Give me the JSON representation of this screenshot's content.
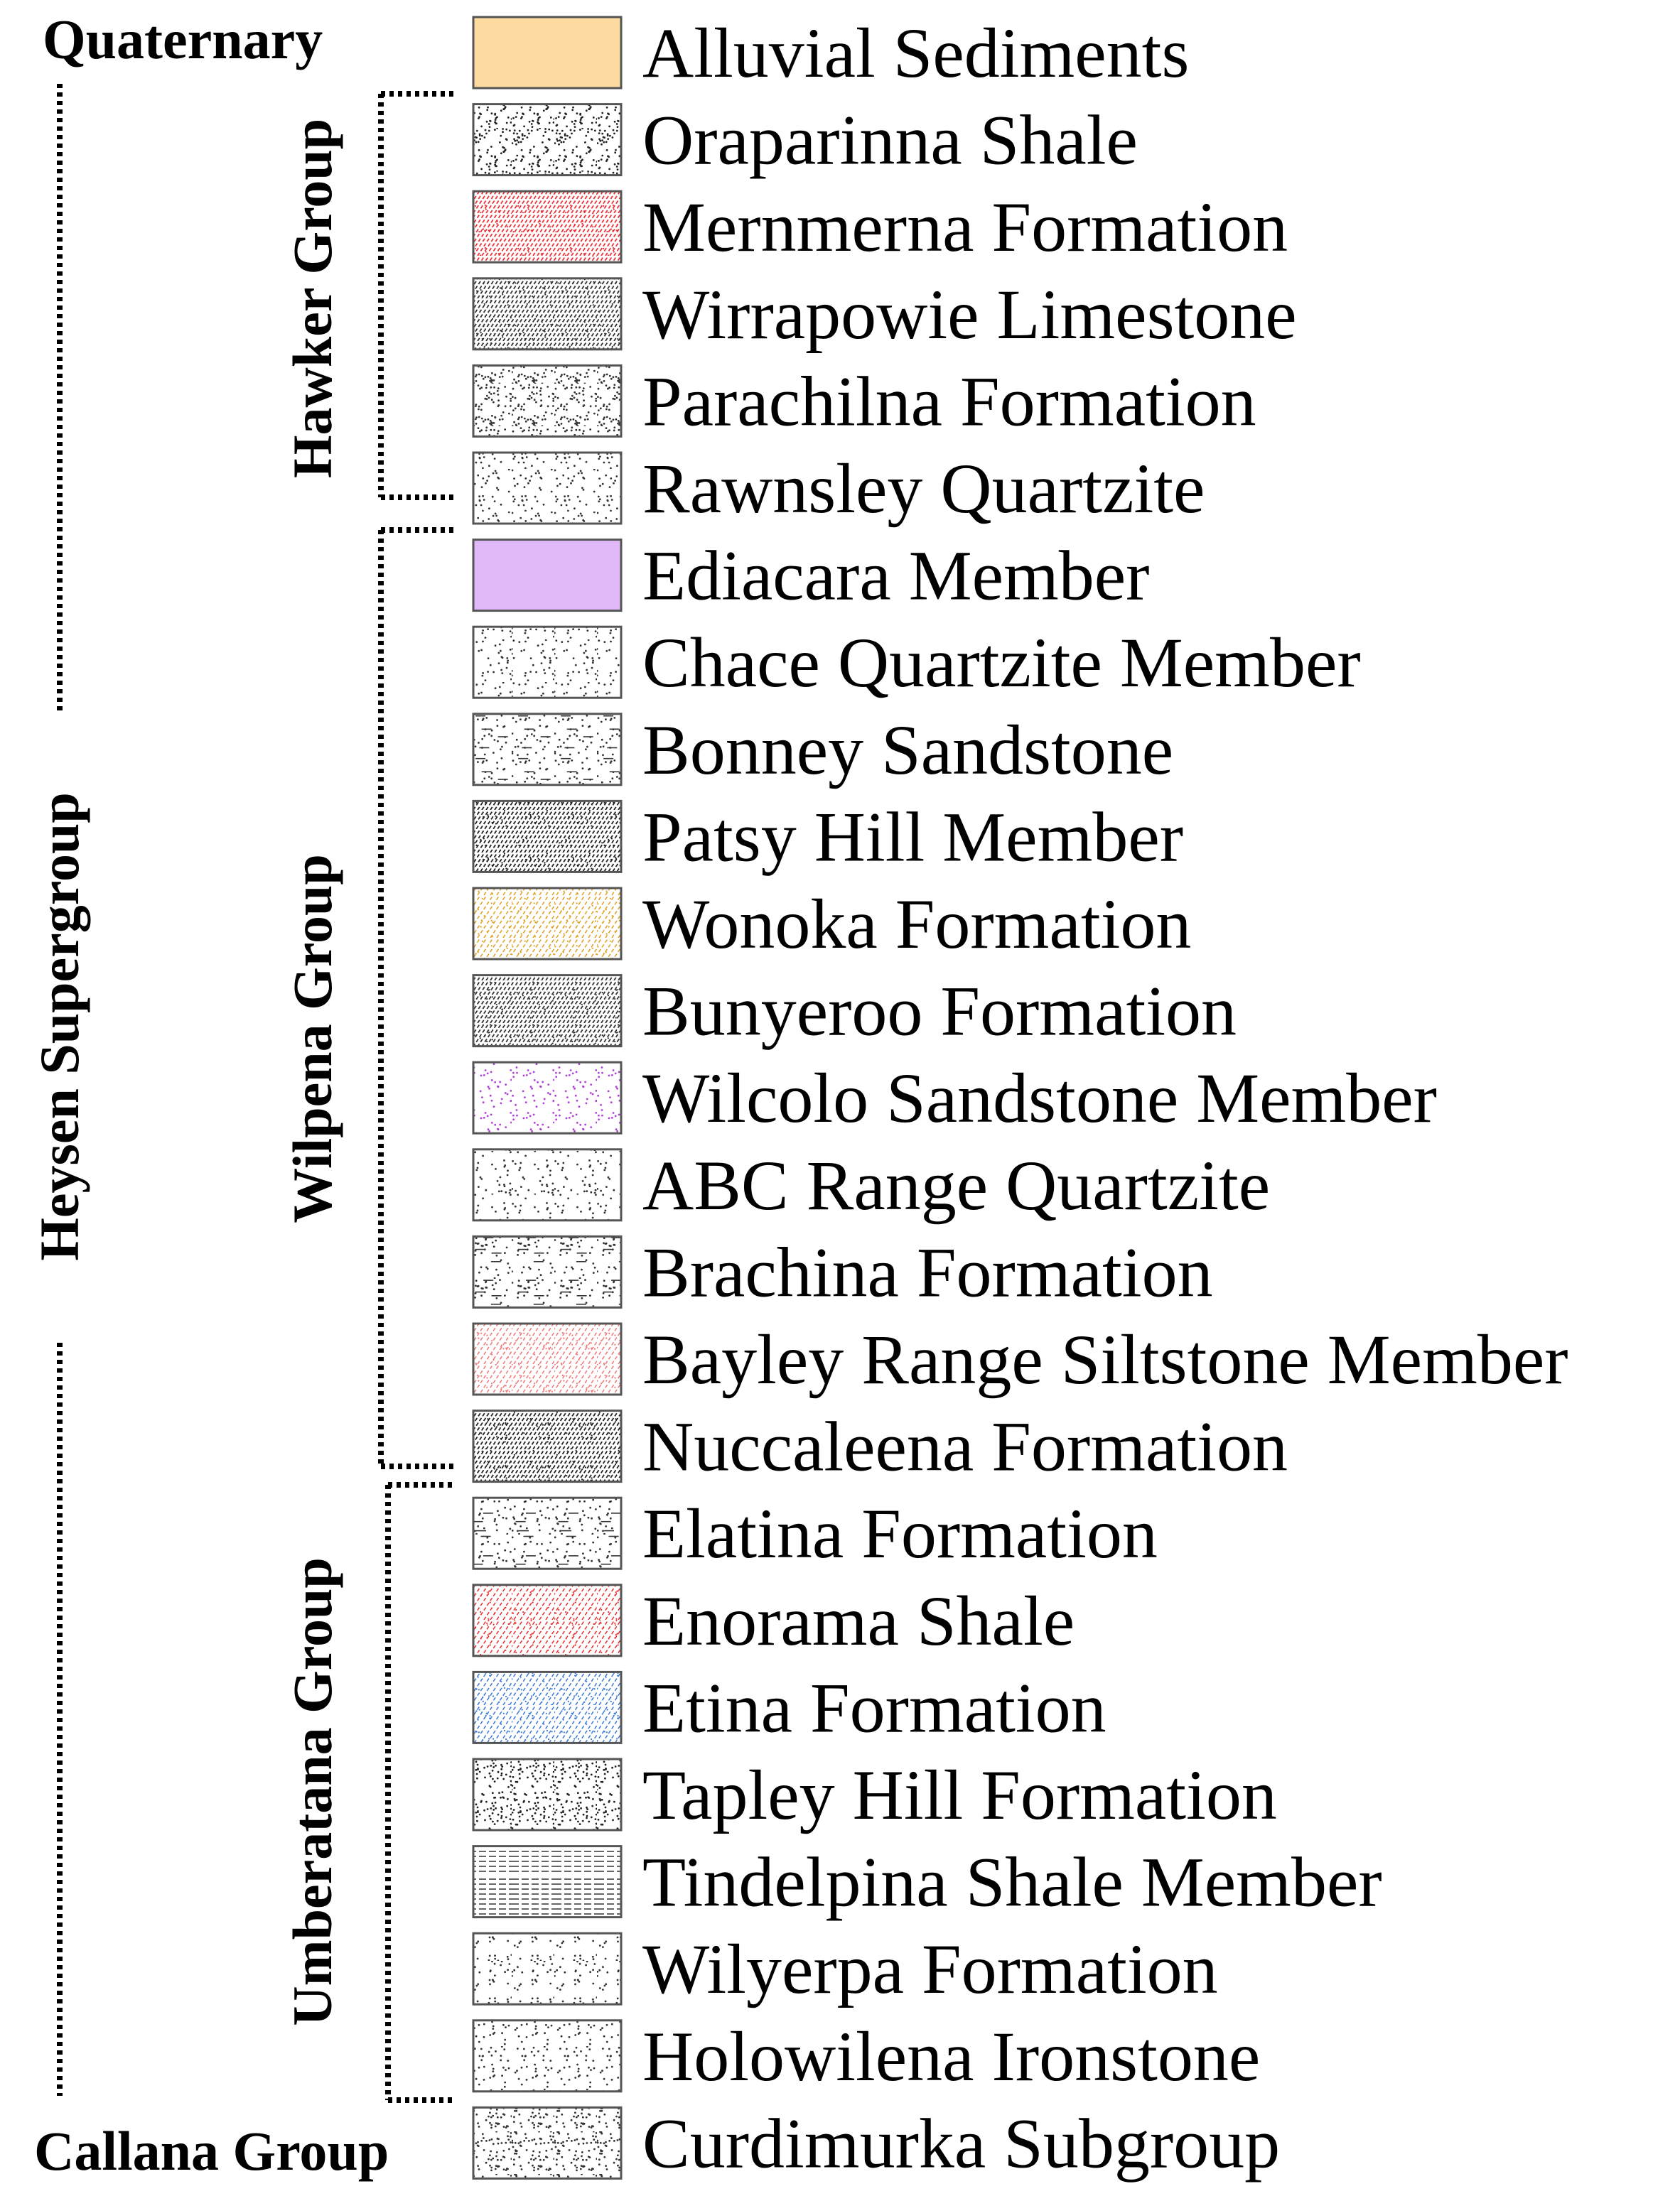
{
  "headers": {
    "top": "Quaternary",
    "bottom": "Callana Group"
  },
  "groups": {
    "supergroup": "Heysen Supergroup",
    "hawker": "Hawker Group",
    "wilpena": "Wilpena Group",
    "umberatana": "Umberatana Group"
  },
  "legend": [
    {
      "label": "Alluvial Sediments",
      "pattern": "solid",
      "color": "#fddba0"
    },
    {
      "label": "Oraparinna Shale",
      "pattern": "dots-fine",
      "color": "#222222"
    },
    {
      "label": "Mernmerna Formation",
      "pattern": "diag-dense",
      "color": "#e8343a"
    },
    {
      "label": "Wirrapowie Limestone",
      "pattern": "diag-dense",
      "color": "#333333"
    },
    {
      "label": "Parachilna Formation",
      "pattern": "dots-fine",
      "color": "#333333"
    },
    {
      "label": "Rawnsley Quartzite",
      "pattern": "dots-sparse",
      "color": "#333333"
    },
    {
      "label": "Ediacara Member",
      "pattern": "solid",
      "color": "#e0b8f8"
    },
    {
      "label": "Chace Quartzite Member",
      "pattern": "dots-sparse",
      "color": "#333333"
    },
    {
      "label": "Bonney Sandstone",
      "pattern": "dots-dash",
      "color": "#333333"
    },
    {
      "label": "Patsy Hill Member",
      "pattern": "diag-dense",
      "color": "#222222"
    },
    {
      "label": "Wonoka Formation",
      "pattern": "diag-light",
      "color": "#e0a020"
    },
    {
      "label": "Bunyeroo Formation",
      "pattern": "diag-dense",
      "color": "#333333"
    },
    {
      "label": "Wilcolo Sandstone Member",
      "pattern": "dots-sparse",
      "color": "#b040d8"
    },
    {
      "label": "ABC Range Quartzite",
      "pattern": "dots-sparse",
      "color": "#333333"
    },
    {
      "label": "Brachina Formation",
      "pattern": "dots-dash",
      "color": "#333333"
    },
    {
      "label": "Bayley Range Siltstone Member",
      "pattern": "diag-light",
      "color": "#f07878"
    },
    {
      "label": "Nuccaleena Formation",
      "pattern": "diag-dense",
      "color": "#222222"
    },
    {
      "label": "Elatina Formation",
      "pattern": "dots-dash",
      "color": "#333333"
    },
    {
      "label": "Enorama Shale",
      "pattern": "diag-light",
      "color": "#e83030"
    },
    {
      "label": "Etina Formation",
      "pattern": "diag-light",
      "color": "#3a7ad8"
    },
    {
      "label": "Tapley Hill Formation",
      "pattern": "dots-fine",
      "color": "#222222"
    },
    {
      "label": "Tindelpina Shale Member",
      "pattern": "hlines",
      "color": "#333333"
    },
    {
      "label": "Wilyerpa Formation",
      "pattern": "dots-sparse",
      "color": "#333333"
    },
    {
      "label": "Holowilena Ironstone",
      "pattern": "dots-sparse",
      "color": "#333333"
    },
    {
      "label": "Curdimurka Subgroup",
      "pattern": "dots-fine",
      "color": "#333333"
    }
  ]
}
